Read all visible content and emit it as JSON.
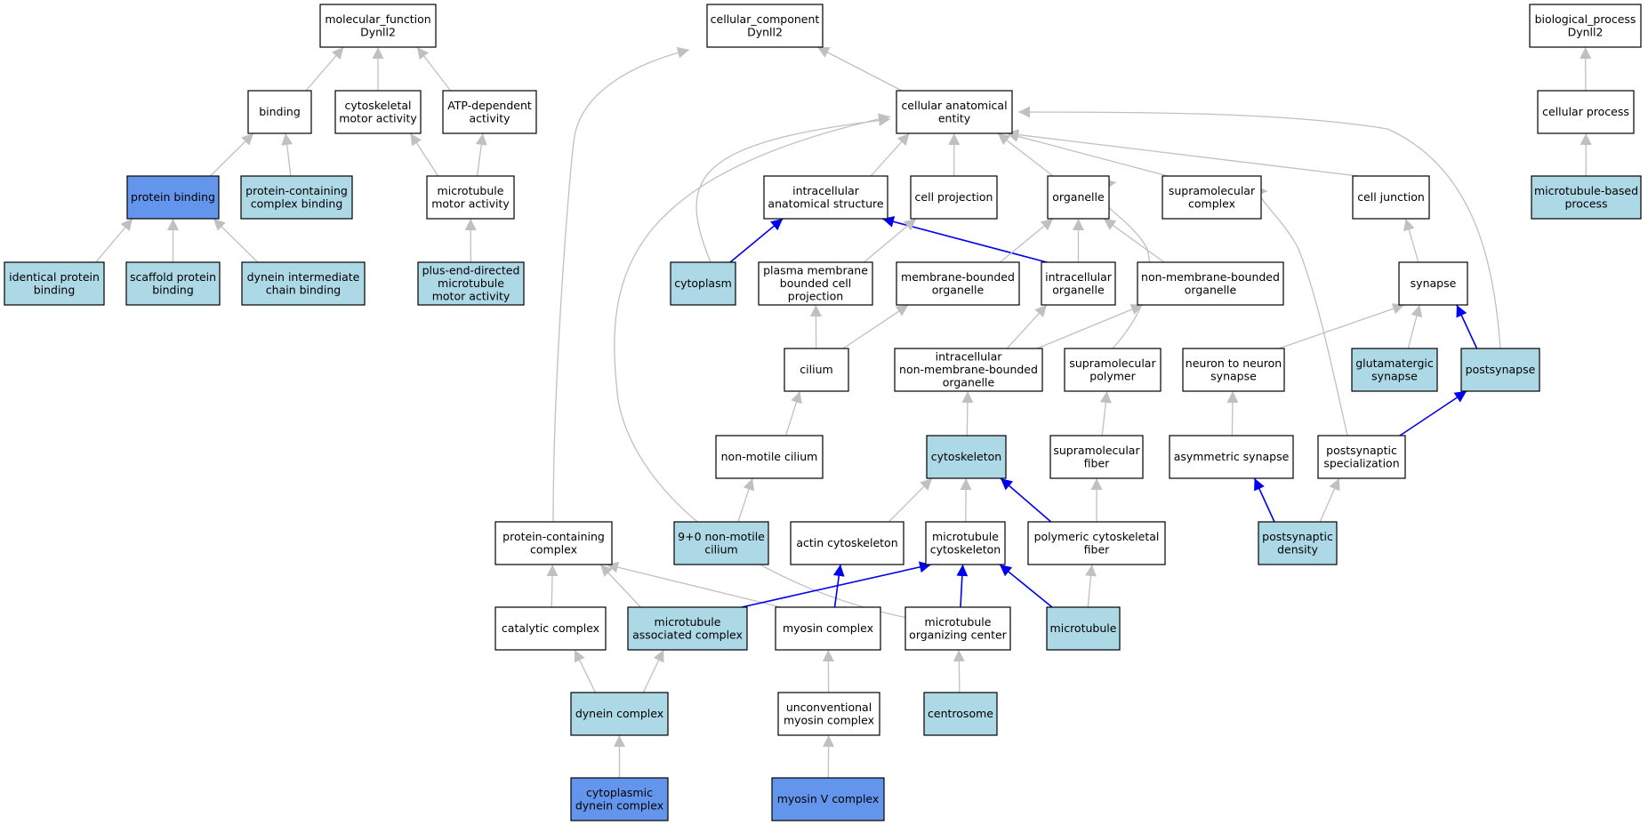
{
  "colors": {
    "white": "#ffffff",
    "light": "#add8e6",
    "dark": "#6495ed",
    "edge_gray": "#c0c0c0",
    "edge_blue": "#0000ee"
  },
  "nodes": [
    {
      "id": "mf",
      "lines": [
        "molecular_function",
        "Dynll2"
      ],
      "fill": "white"
    },
    {
      "id": "cc",
      "lines": [
        "cellular_component",
        "Dynll2"
      ],
      "fill": "white"
    },
    {
      "id": "bp",
      "lines": [
        "biological_process",
        "Dynll2"
      ],
      "fill": "white"
    },
    {
      "id": "binding",
      "lines": [
        "binding"
      ],
      "fill": "white"
    },
    {
      "id": "cyto_motor",
      "lines": [
        "cytoskeletal",
        "motor activity"
      ],
      "fill": "white"
    },
    {
      "id": "atp",
      "lines": [
        "ATP-dependent",
        "activity"
      ],
      "fill": "white"
    },
    {
      "id": "cae",
      "lines": [
        "cellular anatomical",
        "entity"
      ],
      "fill": "white"
    },
    {
      "id": "cellproc",
      "lines": [
        "cellular process"
      ],
      "fill": "white"
    },
    {
      "id": "protbind",
      "lines": [
        "protein binding"
      ],
      "fill": "dark"
    },
    {
      "id": "pccbind",
      "lines": [
        "protein-containing",
        "complex binding"
      ],
      "fill": "light"
    },
    {
      "id": "mtmotor",
      "lines": [
        "microtubule",
        "motor activity"
      ],
      "fill": "white"
    },
    {
      "id": "ias",
      "lines": [
        "intracellular",
        "anatomical structure"
      ],
      "fill": "white"
    },
    {
      "id": "cellproj",
      "lines": [
        "cell projection"
      ],
      "fill": "white"
    },
    {
      "id": "organelle",
      "lines": [
        "organelle"
      ],
      "fill": "white"
    },
    {
      "id": "supracx",
      "lines": [
        "supramolecular",
        "complex"
      ],
      "fill": "white"
    },
    {
      "id": "celljunc",
      "lines": [
        "cell junction"
      ],
      "fill": "white"
    },
    {
      "id": "mtbp",
      "lines": [
        "microtubule-based",
        "process"
      ],
      "fill": "light"
    },
    {
      "id": "identbind",
      "lines": [
        "identical protein",
        "binding"
      ],
      "fill": "light"
    },
    {
      "id": "scaffbind",
      "lines": [
        "scaffold protein",
        "binding"
      ],
      "fill": "light"
    },
    {
      "id": "dicbind",
      "lines": [
        "dynein intermediate",
        "chain binding"
      ],
      "fill": "light"
    },
    {
      "id": "plusend",
      "lines": [
        "plus-end-directed",
        "microtubule",
        "motor activity"
      ],
      "fill": "light"
    },
    {
      "id": "cytoplasm",
      "lines": [
        "cytoplasm"
      ],
      "fill": "light"
    },
    {
      "id": "pmbcp",
      "lines": [
        "plasma membrane",
        "bounded cell",
        "projection"
      ],
      "fill": "white"
    },
    {
      "id": "mbo",
      "lines": [
        "membrane-bounded",
        "organelle"
      ],
      "fill": "white"
    },
    {
      "id": "icorg",
      "lines": [
        "intracellular",
        "organelle"
      ],
      "fill": "white"
    },
    {
      "id": "nmbo",
      "lines": [
        "non-membrane-bounded",
        "organelle"
      ],
      "fill": "white"
    },
    {
      "id": "synapse",
      "lines": [
        "synapse"
      ],
      "fill": "white"
    },
    {
      "id": "cilium",
      "lines": [
        "cilium"
      ],
      "fill": "white"
    },
    {
      "id": "icnmbo",
      "lines": [
        "intracellular",
        "non-membrane-bounded",
        "organelle"
      ],
      "fill": "white"
    },
    {
      "id": "supapoly",
      "lines": [
        "supramolecular",
        "polymer"
      ],
      "fill": "white"
    },
    {
      "id": "n2n",
      "lines": [
        "neuron to neuron",
        "synapse"
      ],
      "fill": "white"
    },
    {
      "id": "glut",
      "lines": [
        "glutamatergic",
        "synapse"
      ],
      "fill": "light"
    },
    {
      "id": "postsyn",
      "lines": [
        "postsynapse"
      ],
      "fill": "light"
    },
    {
      "id": "nonmotile",
      "lines": [
        "non-motile cilium"
      ],
      "fill": "white"
    },
    {
      "id": "cytoskel",
      "lines": [
        "cytoskeleton"
      ],
      "fill": "light"
    },
    {
      "id": "supafiber",
      "lines": [
        "supramolecular",
        "fiber"
      ],
      "fill": "white"
    },
    {
      "id": "asymsyn",
      "lines": [
        "asymmetric synapse"
      ],
      "fill": "white"
    },
    {
      "id": "pss",
      "lines": [
        "postsynaptic",
        "specialization"
      ],
      "fill": "white"
    },
    {
      "id": "pcc",
      "lines": [
        "protein-containing",
        "complex"
      ],
      "fill": "white"
    },
    {
      "id": "ninezero",
      "lines": [
        "9+0 non-motile",
        "cilium"
      ],
      "fill": "light"
    },
    {
      "id": "actincs",
      "lines": [
        "actin cytoskeleton"
      ],
      "fill": "white"
    },
    {
      "id": "mtcs",
      "lines": [
        "microtubule",
        "cytoskeleton"
      ],
      "fill": "white"
    },
    {
      "id": "pcf",
      "lines": [
        "polymeric cytoskeletal",
        "fiber"
      ],
      "fill": "white"
    },
    {
      "id": "psd",
      "lines": [
        "postsynaptic",
        "density"
      ],
      "fill": "light"
    },
    {
      "id": "catcx",
      "lines": [
        "catalytic complex"
      ],
      "fill": "white"
    },
    {
      "id": "mtac",
      "lines": [
        "microtubule",
        "associated complex"
      ],
      "fill": "light"
    },
    {
      "id": "myosincx",
      "lines": [
        "myosin complex"
      ],
      "fill": "white"
    },
    {
      "id": "mtoc",
      "lines": [
        "microtubule",
        "organizing center"
      ],
      "fill": "white"
    },
    {
      "id": "microtubule",
      "lines": [
        "microtubule"
      ],
      "fill": "light"
    },
    {
      "id": "dyneincx",
      "lines": [
        "dynein complex"
      ],
      "fill": "light"
    },
    {
      "id": "unconvmyo",
      "lines": [
        "unconventional",
        "myosin complex"
      ],
      "fill": "white"
    },
    {
      "id": "centrosome",
      "lines": [
        "centrosome"
      ],
      "fill": "light"
    },
    {
      "id": "cytodynein",
      "lines": [
        "cytoplasmic",
        "dynein complex"
      ],
      "fill": "dark"
    },
    {
      "id": "myosinV",
      "lines": [
        "myosin V complex"
      ],
      "fill": "dark"
    }
  ],
  "edges": [
    {
      "from": "binding",
      "to": "mf",
      "color": "gray"
    },
    {
      "from": "cyto_motor",
      "to": "mf",
      "color": "gray"
    },
    {
      "from": "atp",
      "to": "mf",
      "color": "gray"
    },
    {
      "from": "protbind",
      "to": "binding",
      "color": "gray"
    },
    {
      "from": "pccbind",
      "to": "binding",
      "color": "gray"
    },
    {
      "from": "mtmotor",
      "to": "cyto_motor",
      "color": "gray"
    },
    {
      "from": "mtmotor",
      "to": "atp",
      "color": "gray"
    },
    {
      "from": "plusend",
      "to": "mtmotor",
      "color": "gray"
    },
    {
      "from": "identbind",
      "to": "protbind",
      "color": "gray"
    },
    {
      "from": "scaffbind",
      "to": "protbind",
      "color": "gray"
    },
    {
      "from": "dicbind",
      "to": "protbind",
      "color": "gray"
    },
    {
      "from": "cellproc",
      "to": "bp",
      "color": "gray"
    },
    {
      "from": "mtbp",
      "to": "cellproc",
      "color": "gray"
    },
    {
      "from": "cae",
      "to": "cc",
      "color": "gray"
    },
    {
      "from": "pcc",
      "to": "cc",
      "color": "gray",
      "curve": "pcc_cc"
    },
    {
      "from": "ias",
      "to": "cae",
      "color": "gray"
    },
    {
      "from": "cellproj",
      "to": "cae",
      "color": "gray"
    },
    {
      "from": "organelle",
      "to": "cae",
      "color": "gray"
    },
    {
      "from": "supracx",
      "to": "cae",
      "color": "gray"
    },
    {
      "from": "celljunc",
      "to": "cae",
      "color": "gray"
    },
    {
      "from": "cytoplasm",
      "to": "cae",
      "color": "gray",
      "curve": "cyto_cae"
    },
    {
      "from": "postsyn",
      "to": "cae",
      "color": "gray",
      "curve": "post_cae"
    },
    {
      "from": "mtoc",
      "to": "cae",
      "color": "gray",
      "curve": "mtoc_cae"
    },
    {
      "from": "cytoplasm",
      "to": "ias",
      "color": "blue"
    },
    {
      "from": "icorg",
      "to": "ias",
      "color": "blue"
    },
    {
      "from": "pmbcp",
      "to": "cellproj",
      "color": "gray"
    },
    {
      "from": "mbo",
      "to": "organelle",
      "color": "gray"
    },
    {
      "from": "icorg",
      "to": "organelle",
      "color": "gray"
    },
    {
      "from": "nmbo",
      "to": "organelle",
      "color": "gray"
    },
    {
      "from": "supapoly",
      "to": "organelle",
      "color": "gray",
      "curve": "poly_org"
    },
    {
      "from": "pss",
      "to": "supracx",
      "color": "gray",
      "curve": "pss_supra"
    },
    {
      "from": "synapse",
      "to": "celljunc",
      "color": "gray"
    },
    {
      "from": "cilium",
      "to": "pmbcp",
      "color": "gray"
    },
    {
      "from": "cilium",
      "to": "mbo",
      "color": "gray"
    },
    {
      "from": "icnmbo",
      "to": "icorg",
      "color": "gray"
    },
    {
      "from": "icnmbo",
      "to": "nmbo",
      "color": "gray"
    },
    {
      "from": "n2n",
      "to": "synapse",
      "color": "gray"
    },
    {
      "from": "glut",
      "to": "synapse",
      "color": "gray"
    },
    {
      "from": "postsyn",
      "to": "synapse",
      "color": "blue"
    },
    {
      "from": "nonmotile",
      "to": "cilium",
      "color": "gray"
    },
    {
      "from": "cytoskel",
      "to": "icnmbo",
      "color": "gray"
    },
    {
      "from": "supafiber",
      "to": "supapoly",
      "color": "gray"
    },
    {
      "from": "asymsyn",
      "to": "n2n",
      "color": "gray"
    },
    {
      "from": "pss",
      "to": "postsyn",
      "color": "blue"
    },
    {
      "from": "ninezero",
      "to": "nonmotile",
      "color": "gray"
    },
    {
      "from": "actincs",
      "to": "cytoskel",
      "color": "gray"
    },
    {
      "from": "mtcs",
      "to": "cytoskel",
      "color": "gray"
    },
    {
      "from": "pcf",
      "to": "cytoskel",
      "color": "blue"
    },
    {
      "from": "pcf",
      "to": "supafiber",
      "color": "gray"
    },
    {
      "from": "psd",
      "to": "asymsyn",
      "color": "blue"
    },
    {
      "from": "psd",
      "to": "pss",
      "color": "gray"
    },
    {
      "from": "catcx",
      "to": "pcc",
      "color": "gray"
    },
    {
      "from": "mtac",
      "to": "pcc",
      "color": "gray"
    },
    {
      "from": "myosincx",
      "to": "pcc",
      "color": "gray"
    },
    {
      "from": "mtac",
      "to": "mtcs",
      "color": "blue"
    },
    {
      "from": "myosincx",
      "to": "actincs",
      "color": "blue"
    },
    {
      "from": "mtoc",
      "to": "mtcs",
      "color": "blue"
    },
    {
      "from": "microtubule",
      "to": "mtcs",
      "color": "blue"
    },
    {
      "from": "microtubule",
      "to": "pcf",
      "color": "gray"
    },
    {
      "from": "dyneincx",
      "to": "catcx",
      "color": "gray"
    },
    {
      "from": "dyneincx",
      "to": "mtac",
      "color": "gray"
    },
    {
      "from": "unconvmyo",
      "to": "myosincx",
      "color": "gray"
    },
    {
      "from": "centrosome",
      "to": "mtoc",
      "color": "gray"
    },
    {
      "from": "cytodynein",
      "to": "dyneincx",
      "color": "gray"
    },
    {
      "from": "myosinV",
      "to": "unconvmyo",
      "color": "gray"
    }
  ]
}
